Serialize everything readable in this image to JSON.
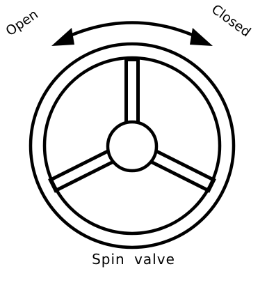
{
  "labels": {
    "open": "Open",
    "closed": "Closed",
    "caption": "Spin valve"
  },
  "colors": {
    "ink": "#000000",
    "background": "#ffffff"
  },
  "icons": {
    "arrow": "double-headed-curved-arrow",
    "wheel": "valve-handwheel"
  }
}
